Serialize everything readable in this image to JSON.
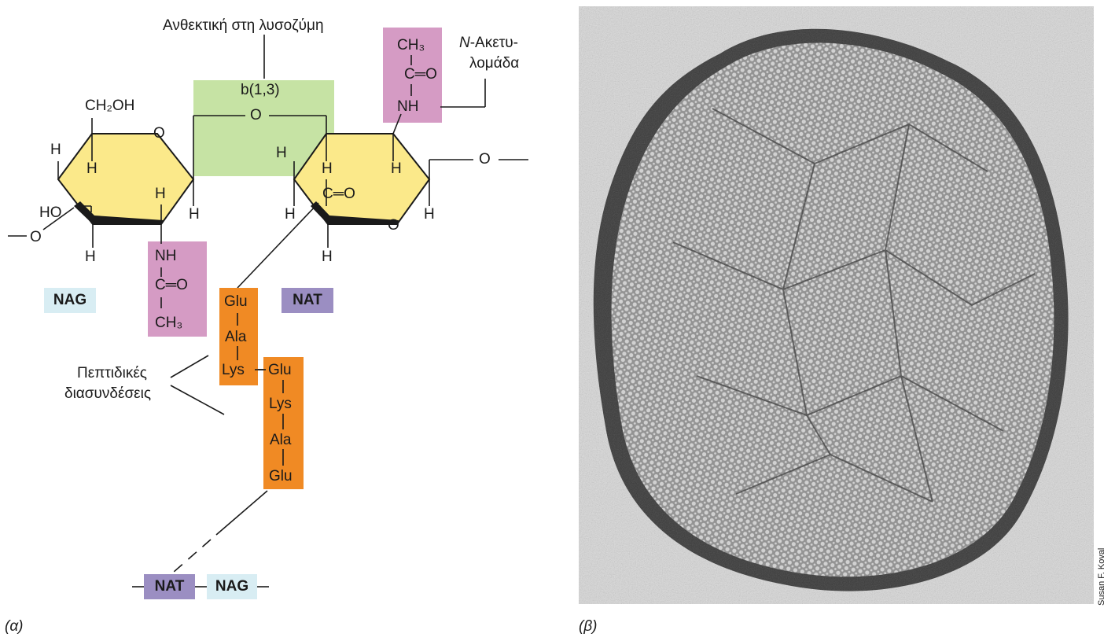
{
  "labels": {
    "lysozyme_resistant": "Ανθεκτική στη λυσοζύμη",
    "bond": "b(1,3)",
    "acetyl_n": "N",
    "acetyl_rest": "-Ακετυ-",
    "acetyl_line2": "λομάδα",
    "crosslinks_line1": "Πεπτιδικές",
    "crosslinks_line2": "διασυνδέσεις",
    "nag": "NAG",
    "nat": "NAT",
    "panel_a": "(α)",
    "panel_b": "(β)",
    "credit": "Susan F. Koval"
  },
  "atoms": {
    "ch2oh": "CH₂OH",
    "o": "O",
    "h": "H",
    "ho": "HO",
    "nh": "NH",
    "c_eq_o": "C═O",
    "ch3": "CH₃",
    "c": "C"
  },
  "peptides": {
    "chain1": [
      "Glu",
      "Ala",
      "Lys"
    ],
    "chain2": [
      "Glu",
      "Lys",
      "Ala",
      "Glu"
    ]
  },
  "bottom_chain": [
    "NAT",
    "NAG"
  ],
  "colors": {
    "sugar": "#fbe98a",
    "bond_box": "#c6e3a4",
    "acetyl_box": "#d59bc4",
    "peptide": "#f08a24",
    "nag": "#d8edf3",
    "nat": "#9b8ec2"
  }
}
